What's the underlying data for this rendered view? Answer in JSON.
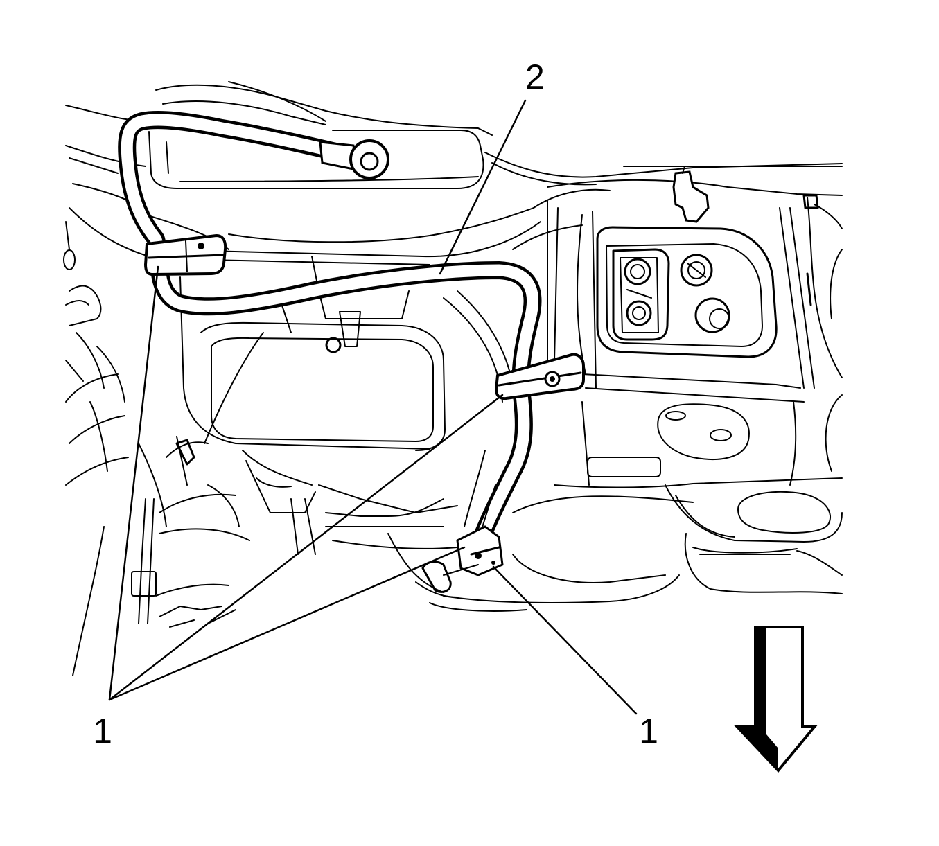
{
  "callouts": {
    "hose_label": "2",
    "clip_label_left": "1",
    "clip_label_right": "1"
  },
  "colors": {
    "line": "#000000",
    "background": "#ffffff"
  },
  "icons": {
    "direction_arrow": "down-arrow-icon"
  }
}
